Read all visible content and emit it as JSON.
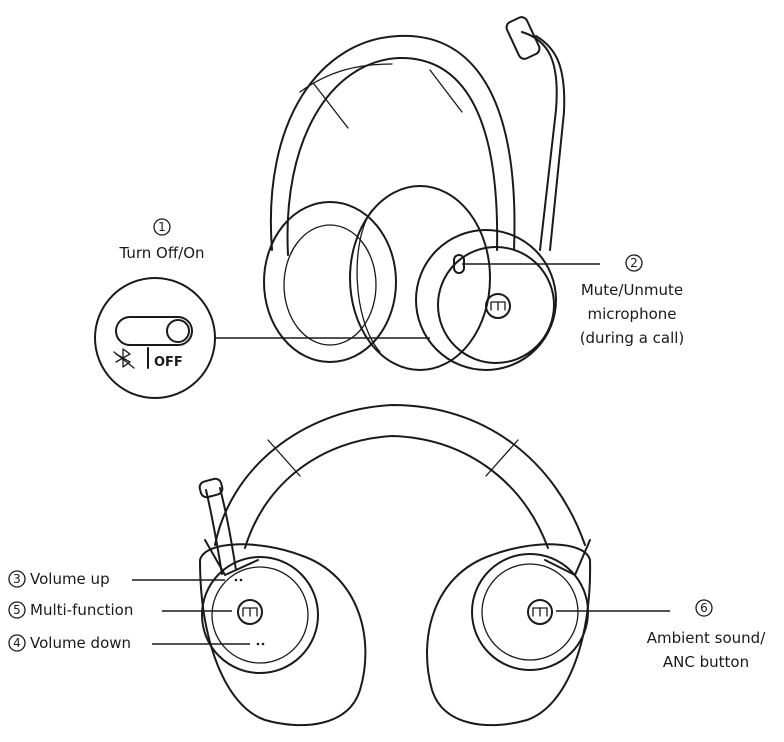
{
  "callouts": {
    "c1": {
      "number": "1",
      "label": "Turn Off/On"
    },
    "c2": {
      "number": "2",
      "line1": "Mute/Unmute",
      "line2": "microphone",
      "line3": "(during a call)"
    },
    "c3": {
      "number": "3",
      "label": "Volume up"
    },
    "c4": {
      "number": "4",
      "label": "Volume down"
    },
    "c5": {
      "number": "5",
      "label": "Multi-function"
    },
    "c6": {
      "number": "6",
      "line1": "Ambient sound/",
      "line2": "ANC button"
    }
  },
  "switch_panel": {
    "off_label": "OFF",
    "bluetooth_icon": "bluetooth-off-icon"
  },
  "icons": [
    "headset-side-view-icon",
    "headset-front-view-icon",
    "brand-logo-icon",
    "bluetooth-off-icon",
    "power-switch-icon"
  ],
  "colors": {
    "line": "#1a1a1a",
    "background": "#ffffff"
  }
}
